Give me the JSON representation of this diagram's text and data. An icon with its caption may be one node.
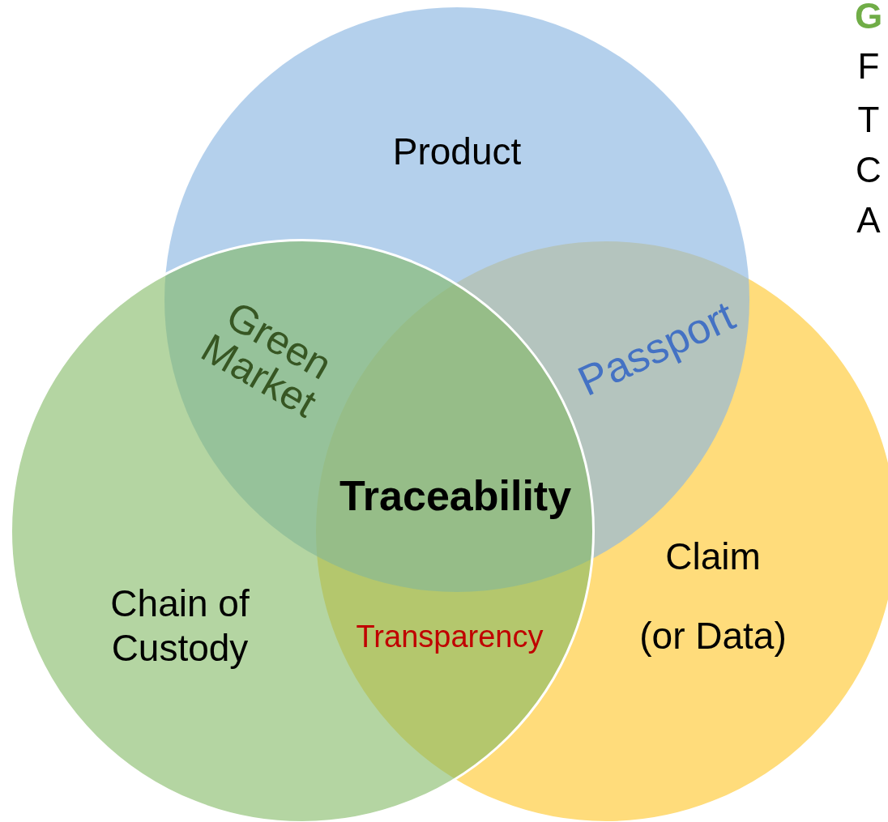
{
  "diagram": {
    "nodes": [
      {
        "text": [
          "Product"
        ]
      },
      {
        "text": [
          "Chain of Custody"
        ]
      },
      {
        "text": [
          "Claim",
          "(or Data)"
        ]
      }
    ],
    "labels": [
      "G",
      "F",
      "T",
      "C",
      "A",
      "Green Market",
      "Passport",
      "Traceability",
      "Transparency"
    ]
  }
}
